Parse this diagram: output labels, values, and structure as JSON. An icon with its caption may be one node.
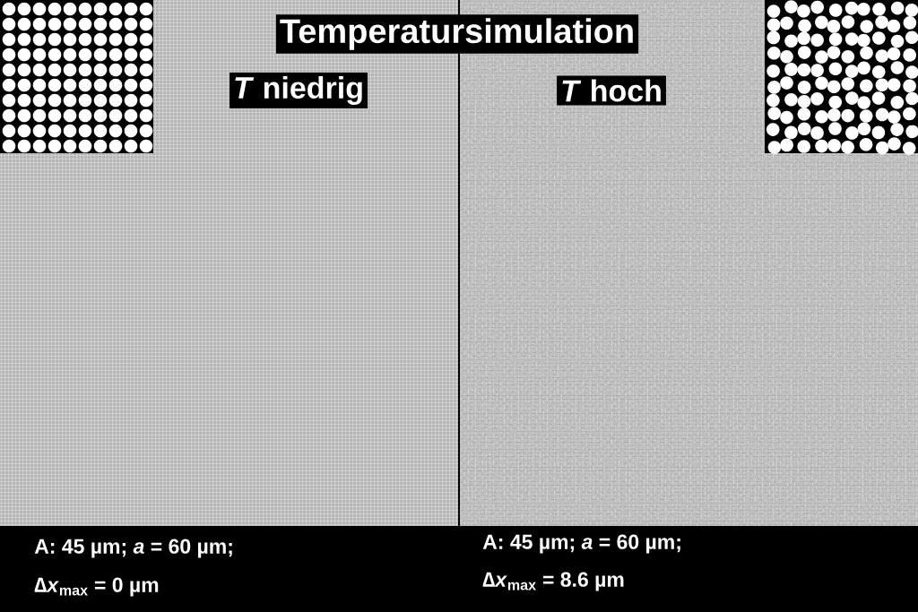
{
  "diagram": {
    "title": "Temperatursimulation",
    "labels": [
      "*T* niedrig",
      "*T* hoch",
      "A: 45 µm; *a* = 60 µm;",
      "∆*x*$_{max}$ = 0 µm",
      "A: 45 µm; *a* = 60 µm;",
      "∆*x*$_{max}$ = 8.6 µm"
    ]
  }
}
